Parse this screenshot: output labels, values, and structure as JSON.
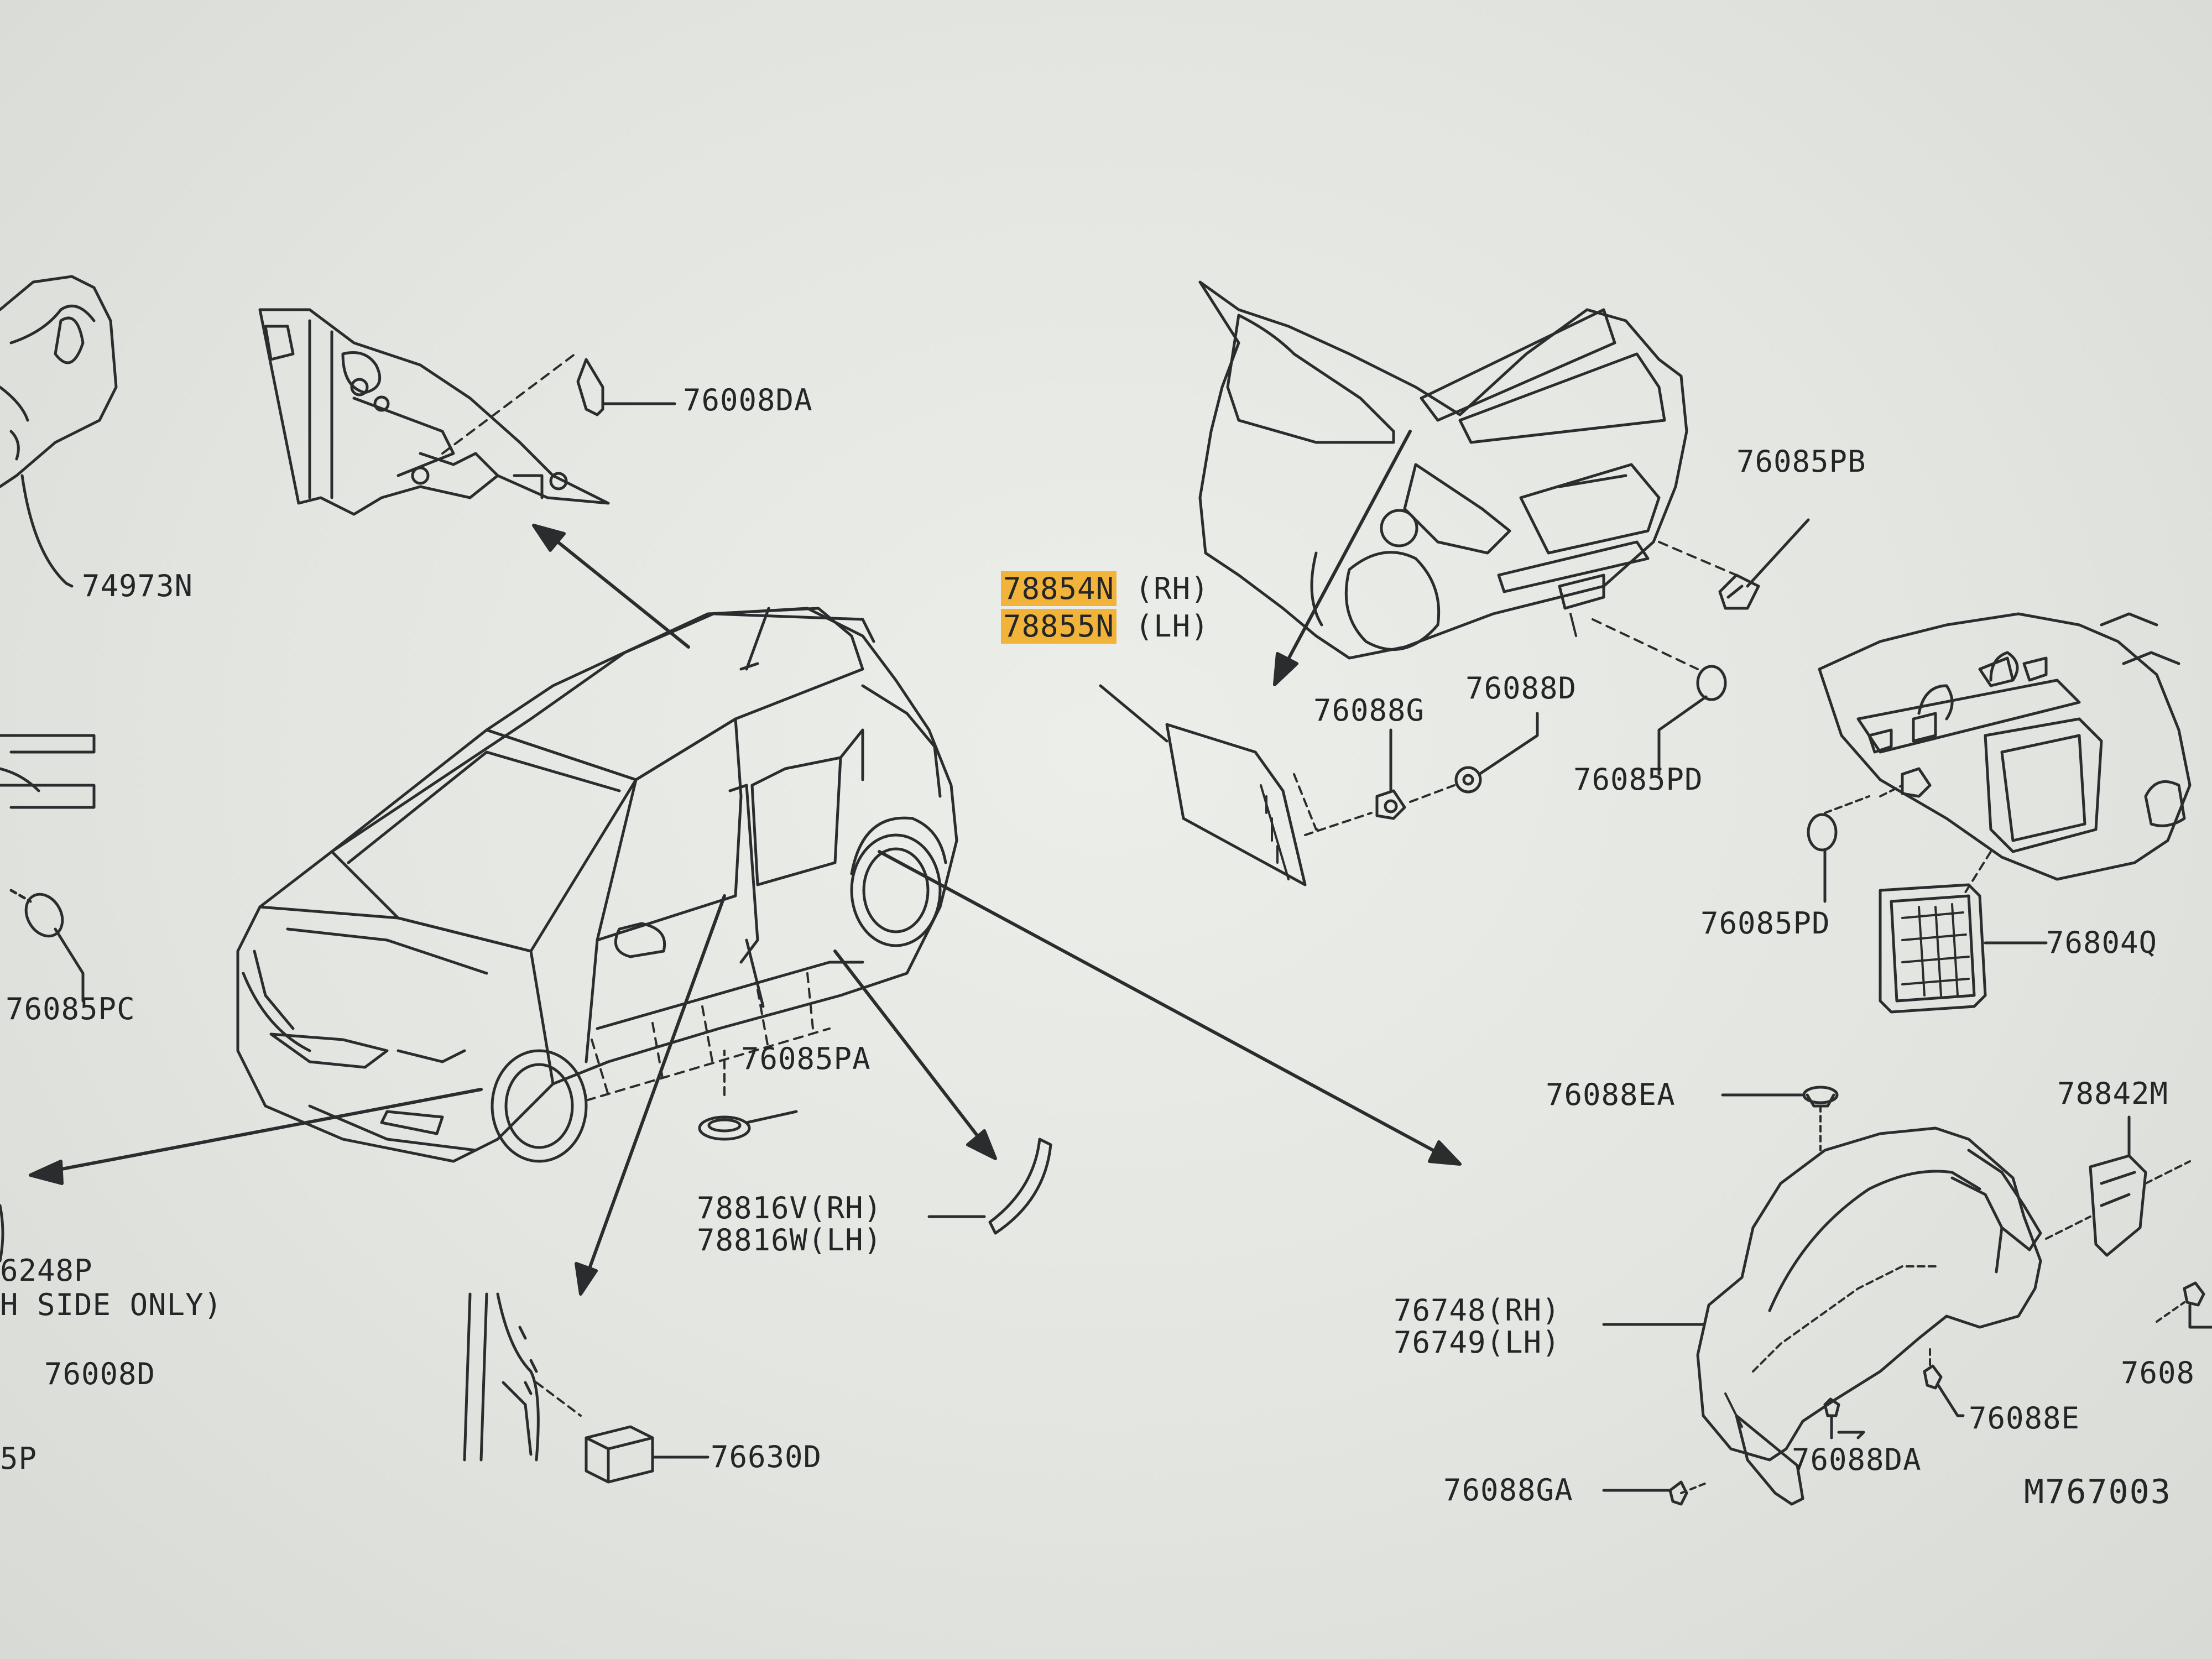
{
  "labels": {
    "l_76008DA_top": "76008DA",
    "l_74973N": "74973N",
    "l_76085PC": "76085PC",
    "l_76085PB": "76085PB",
    "l_78854N": "78854N",
    "l_78854N_side": "(RH)",
    "l_78855N": "78855N",
    "l_78855N_side": "(LH)",
    "l_76088G": "76088G",
    "l_76088D": "76088D",
    "l_76085PD_a": "76085PD",
    "l_76085PD_b": "76085PD",
    "l_76804Q": "76804Q",
    "l_76085PA": "76085PA",
    "l_78816V": "78816V(RH)",
    "l_78816W": "78816W(LH)",
    "l_6248P": "6248P",
    "l_lh_side": "H SIDE ONLY)",
    "l_76008D": "76008D",
    "l_5P": "5P",
    "l_76630D": "76630D",
    "l_76088EA": "76088EA",
    "l_78842M": "78842M",
    "l_76748": "76748(RH)",
    "l_76749": "76749(LH)",
    "l_7608_edge": "7608",
    "l_76088E": "76088E",
    "l_76088DA_bottom": "76088DA",
    "l_76088GA": "76088GA",
    "l_code": "M767003"
  },
  "colors": {
    "line": "#2a2c2e",
    "highlight": "#f2b33a",
    "screen": "#e5e7e3"
  }
}
